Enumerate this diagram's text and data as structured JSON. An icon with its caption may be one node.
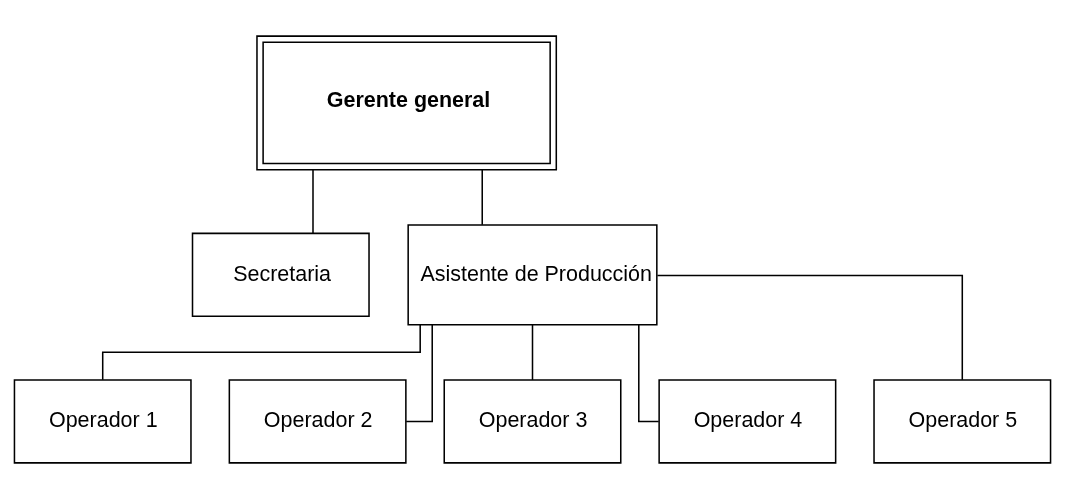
{
  "diagram": {
    "nodes": [
      {
        "text": [
          "Gerente general"
        ]
      },
      {
        "text": [
          "Secretaria"
        ]
      },
      {
        "text": [
          "Asistente de Producción"
        ]
      },
      {
        "text": [
          "Operador 1"
        ]
      },
      {
        "text": [
          "Operador 2"
        ]
      },
      {
        "text": [
          "Operador 3"
        ]
      },
      {
        "text": [
          "Operador 4"
        ]
      },
      {
        "text": [
          "Operador 5"
        ]
      }
    ],
    "edges": [
      {
        "from": 0,
        "to": 2,
        "arrow": "none"
      },
      {
        "from": 0,
        "to": 1,
        "arrow": "none"
      },
      {
        "from": 2,
        "to": 3,
        "arrow": "none"
      },
      {
        "from": 2,
        "to": 4,
        "arrow": "none"
      },
      {
        "from": 2,
        "to": 5,
        "arrow": "none"
      },
      {
        "from": 2,
        "to": 6,
        "arrow": "none"
      },
      {
        "from": 2,
        "to": 7,
        "arrow": "none"
      }
    ]
  }
}
